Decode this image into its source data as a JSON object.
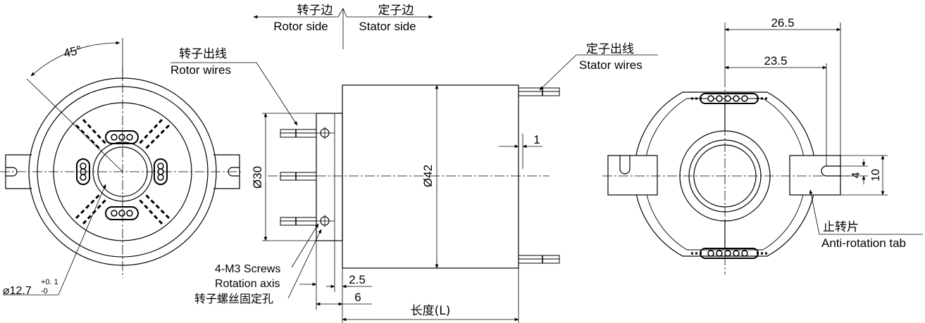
{
  "header": {
    "rotor_side_cn": "转子边",
    "rotor_side_en": "Rotor side",
    "stator_side_cn": "定子边",
    "stator_side_en": "Stator side"
  },
  "labels": {
    "rotor_wires_cn": "转子出线",
    "rotor_wires_en": "Rotor wires",
    "stator_wires_cn": "定子出线",
    "stator_wires_en": "Stator wires",
    "screws_en": "4-M3 Screws",
    "rotation_axis_en": "Rotation axis",
    "screw_holes_cn": "转子螺丝固定孔",
    "anti_rotation_cn": "止转片",
    "anti_rotation_en": "Anti-rotation tab",
    "length": "长度(L)"
  },
  "dimensions": {
    "angle": "45°",
    "bore": "⌀12.7",
    "bore_tol_upper": "+0. 1",
    "bore_tol_lower": "-0",
    "flange_dia": "Ø30",
    "body_dia": "Ø42",
    "gap": "1",
    "d_2_5": "2.5",
    "d_6": "6",
    "d_26_5": "26.5",
    "d_23_5": "23.5",
    "d_4": "4",
    "d_10": "10"
  }
}
